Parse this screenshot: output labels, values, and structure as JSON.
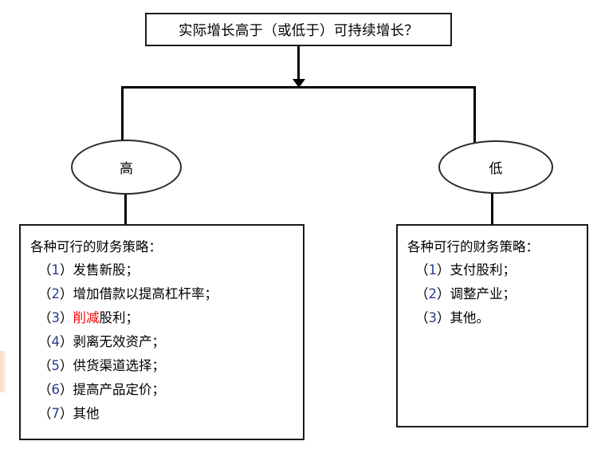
{
  "diagram": {
    "title_box": {
      "text": "实际增长高于（或低于）可持续增长？"
    },
    "branches": [
      {
        "key": "high",
        "ellipse_label": "高",
        "box": {
          "heading": "各种可行的财务策略：",
          "items": [
            {
              "paren_open": "（",
              "number": "1",
              "paren_close": "）",
              "text": "发售新股；",
              "highlight": ""
            },
            {
              "paren_open": "（",
              "number": "2",
              "paren_close": "）",
              "text": "增加借款以提高杠杆率；",
              "highlight": ""
            },
            {
              "paren_open": "（",
              "number": "3",
              "paren_close": "）",
              "text": "股利；",
              "highlight": "削减"
            },
            {
              "paren_open": "（",
              "number": "4",
              "paren_close": "）",
              "text": "剥离无效资产；",
              "highlight": ""
            },
            {
              "paren_open": "（",
              "number": "5",
              "paren_close": "）",
              "text": "供货渠道选择；",
              "highlight": ""
            },
            {
              "paren_open": "（",
              "number": "6",
              "paren_close": "）",
              "text": "提高产品定价；",
              "highlight": ""
            },
            {
              "paren_open": "（",
              "number": "7",
              "paren_close": "）",
              "text": "其他",
              "highlight": ""
            }
          ]
        }
      },
      {
        "key": "low",
        "ellipse_label": "低",
        "box": {
          "heading": "各种可行的财务策略：",
          "items": [
            {
              "paren_open": "（",
              "number": "1",
              "paren_close": "）",
              "text": "支付股利；",
              "highlight": ""
            },
            {
              "paren_open": "（",
              "number": "2",
              "paren_close": "）",
              "text": "调整产业；",
              "highlight": ""
            },
            {
              "paren_open": "（",
              "number": "3",
              "paren_close": "）",
              "text": "其他。",
              "highlight": ""
            }
          ]
        }
      }
    ],
    "colors": {
      "stroke": "#1a1a1a",
      "highlight_text": "#ff0000",
      "number_text": "#2b3c8c",
      "background": "#ffffff"
    }
  }
}
